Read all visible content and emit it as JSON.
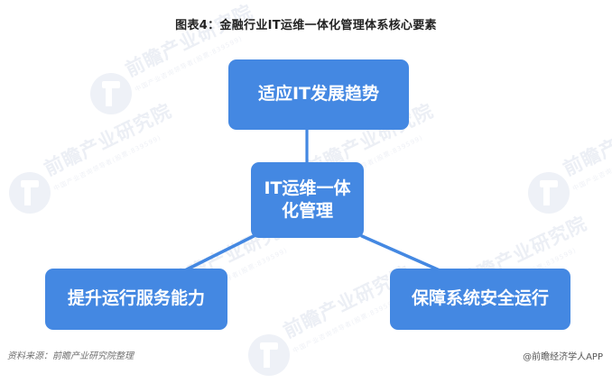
{
  "title": "图表4：金融行业IT运维一体化管理体系核心要素",
  "colors": {
    "node_blue": "#4488e2",
    "connector_blue": "#4488e2",
    "title_text": "#222222",
    "footer_text": "#707070",
    "background": "#ffffff",
    "watermark": "#eceff5"
  },
  "diagram": {
    "type": "hub-and-spoke",
    "center": {
      "label": "IT运维一体化管理",
      "lines": [
        "IT运维一体",
        "化管理"
      ]
    },
    "nodes": [
      {
        "id": "top",
        "label": "适应IT发展趋势",
        "position": "top"
      },
      {
        "id": "left",
        "label": "提升运行服务能力",
        "position": "bottom-left"
      },
      {
        "id": "right",
        "label": "保障系统安全运行",
        "position": "bottom-right"
      }
    ],
    "connectors": [
      {
        "from": "center",
        "to": "top",
        "style": "straight-vertical"
      },
      {
        "from": "center",
        "to": "left",
        "style": "diagonal"
      },
      {
        "from": "center",
        "to": "right",
        "style": "diagonal"
      }
    ]
  },
  "footer": {
    "source": "资料来源：前瞻产业研究院整理",
    "brand": "@前瞻经济学人APP"
  },
  "watermark": {
    "text": "前瞻产业研究院",
    "subtext": "中国产业咨询领导者(股票:839599)"
  }
}
